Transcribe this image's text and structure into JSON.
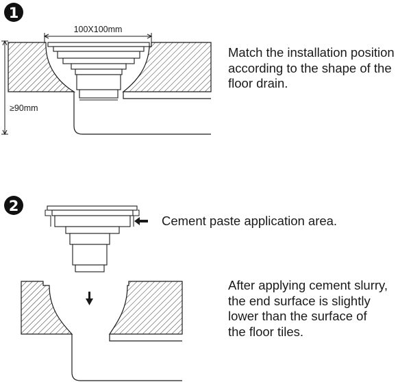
{
  "steps": [
    {
      "number": "1",
      "dimension_width": "100X100mm",
      "dimension_depth": "≥90mm",
      "caption_lines": [
        "Match the installation position",
        "according to the shape of the",
        "floor drain."
      ]
    },
    {
      "number": "2",
      "arrow_caption": "Cement paste application area.",
      "caption_lines": [
        "After applying cement slurry,",
        "the end surface is slightly",
        "lower than the surface of",
        "the floor tiles."
      ]
    }
  ],
  "colors": {
    "line": "#1a1a1a",
    "badge": "#111111",
    "background": "#ffffff"
  }
}
